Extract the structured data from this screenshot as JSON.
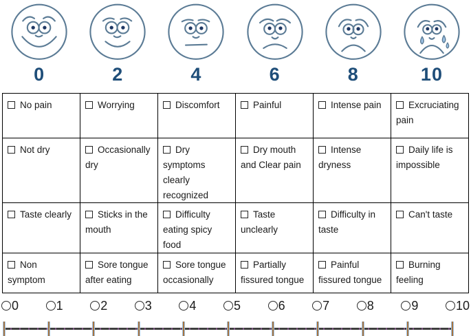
{
  "faces_scale": {
    "items": [
      {
        "value": "0",
        "expression": "very-happy"
      },
      {
        "value": "2",
        "expression": "happy"
      },
      {
        "value": "4",
        "expression": "neutral"
      },
      {
        "value": "6",
        "expression": "slightly-sad"
      },
      {
        "value": "8",
        "expression": "sad"
      },
      {
        "value": "10",
        "expression": "crying"
      }
    ],
    "number_color": "#1f4e79",
    "face_stroke_color": "#5b7b95"
  },
  "symptom_table": {
    "checkbox_state": "all-unchecked",
    "rows": [
      {
        "cells": [
          "No pain",
          "Worrying",
          "Discomfort",
          "Painful",
          "Intense pain",
          "Excruciating pain"
        ]
      },
      {
        "cells": [
          "Not dry",
          "Occasionally dry",
          "Dry symptoms clearly recognized",
          "Dry mouth and Clear pain",
          "Intense dryness",
          "Daily life is impossible"
        ]
      },
      {
        "cells": [
          "Taste clearly",
          "Sticks in the mouth",
          "Difficulty eating spicy food",
          "Taste unclearly",
          "Difficulty in taste",
          "Can't taste"
        ]
      },
      {
        "cells": [
          "Non symptom",
          "Sore tongue after eating",
          "Sore tongue occasionally",
          "Partially fissured tongue",
          "Painful fissured tongue",
          "Burning feeling"
        ]
      }
    ]
  },
  "numeric_scale": {
    "options": [
      "0",
      "1",
      "2",
      "3",
      "4",
      "5",
      "6",
      "7",
      "8",
      "9",
      "10"
    ],
    "state": "none-selected"
  },
  "ruler": {
    "tick_count": 11
  }
}
